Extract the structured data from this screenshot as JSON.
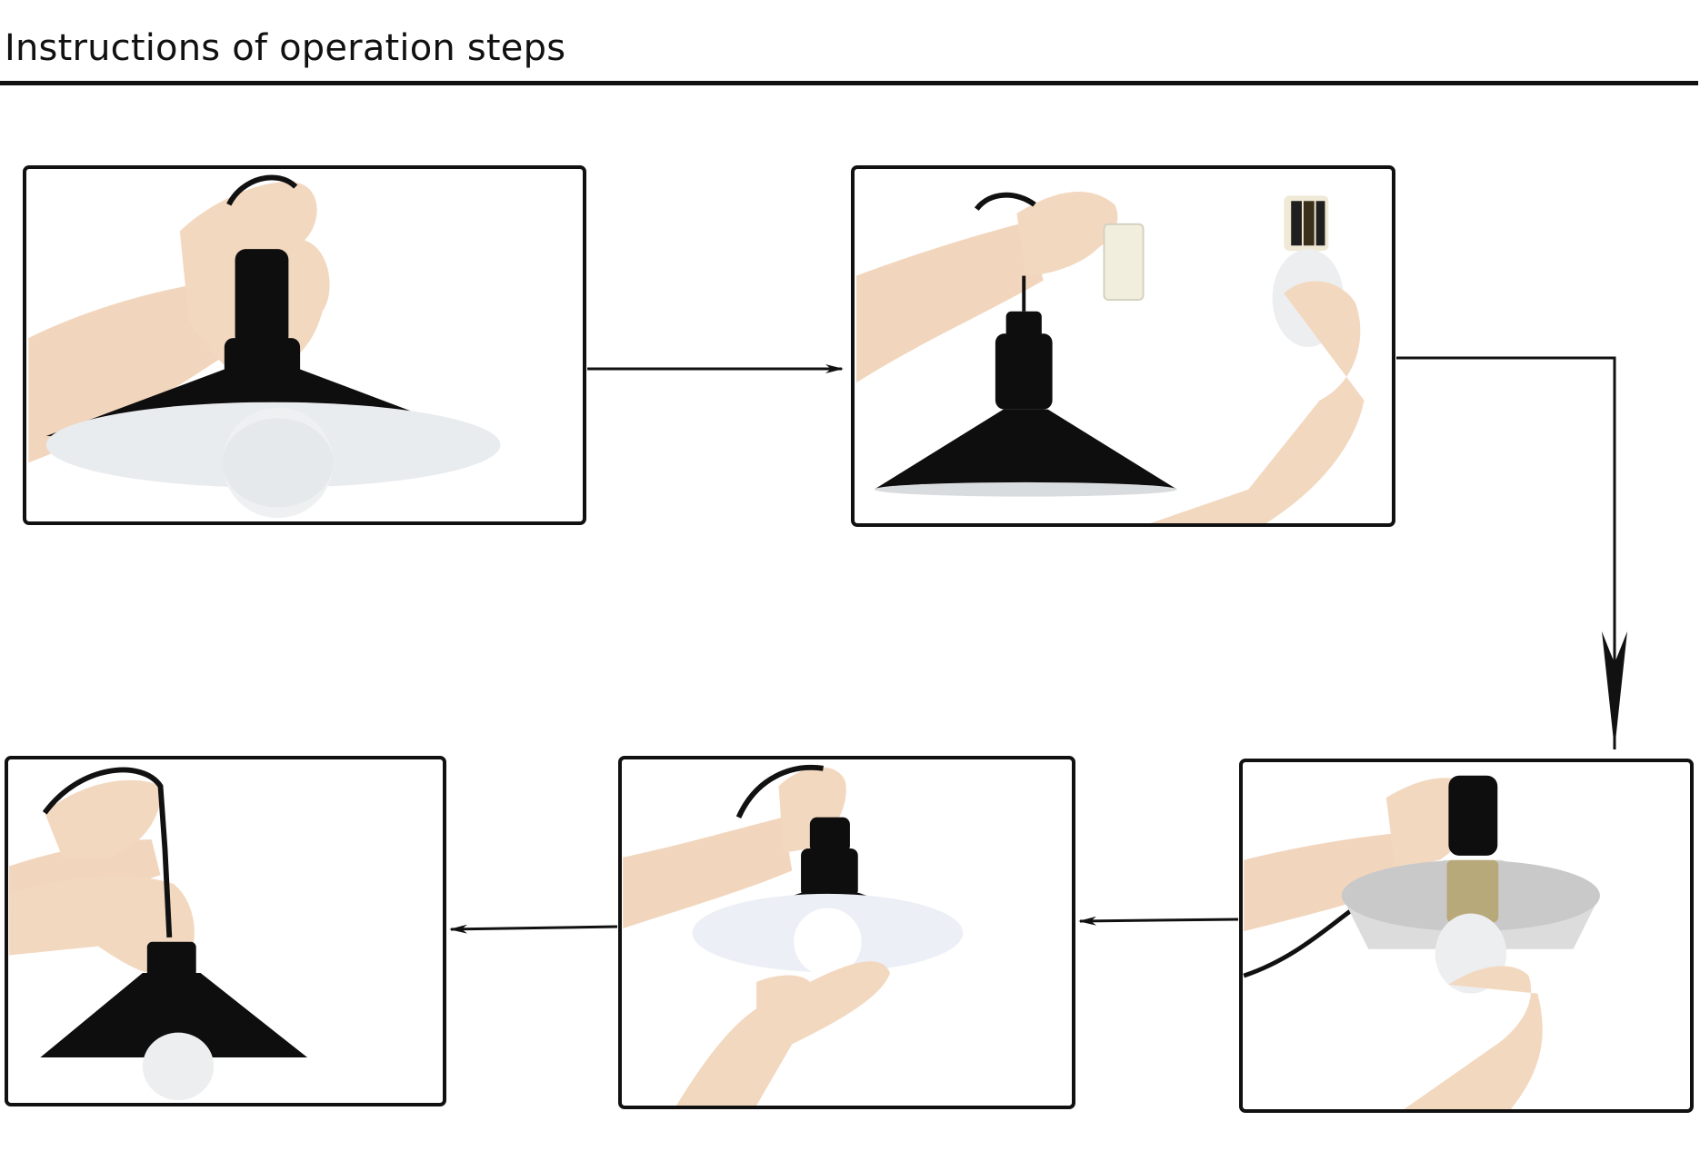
{
  "header": {
    "title": "Instructions of operation steps"
  },
  "steps": [
    {
      "name": "step-1-hold-lamp",
      "icon": "lamp-held-icon"
    },
    {
      "name": "step-2-insert-batteries",
      "icon": "battery-bulb-icon"
    },
    {
      "name": "step-3-attach-bulb",
      "icon": "bulb-screw-icon"
    },
    {
      "name": "step-4-switch-on",
      "icon": "lamp-lit-icon"
    },
    {
      "name": "step-5-hang-lamp",
      "icon": "lamp-hang-icon"
    }
  ],
  "colors": {
    "shade": "#0e0e0e",
    "shade_inner": "#eceff1",
    "skin": "#f1d6bd",
    "line": "#111111"
  }
}
